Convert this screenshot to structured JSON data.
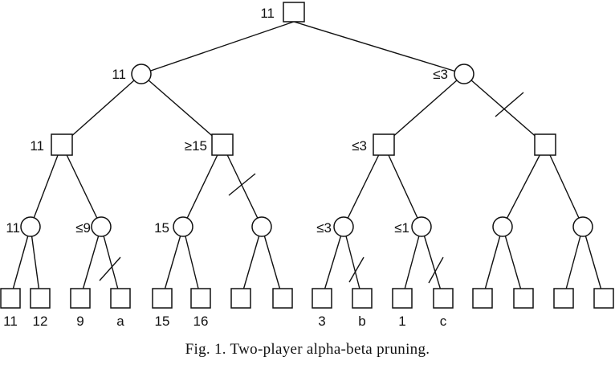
{
  "tree": {
    "level0": {
      "value": "11"
    },
    "level1": [
      {
        "value": "11"
      },
      {
        "value": "≤3"
      }
    ],
    "level2": [
      {
        "value": "11"
      },
      {
        "value": "≥15"
      },
      {
        "value": "≤3"
      },
      {
        "value": ""
      }
    ],
    "level3": [
      {
        "value": "11"
      },
      {
        "value": "≤9"
      },
      {
        "value": "15"
      },
      {
        "value": ""
      },
      {
        "value": "≤3"
      },
      {
        "value": "≤1"
      },
      {
        "value": ""
      },
      {
        "value": ""
      }
    ],
    "leaves": [
      "11",
      "12",
      "9",
      "a",
      "15",
      "16",
      "",
      "",
      "3",
      "b",
      "1",
      "c",
      "",
      "",
      "",
      ""
    ]
  },
  "caption": "Fig. 1.  Two-player alpha-beta pruning."
}
